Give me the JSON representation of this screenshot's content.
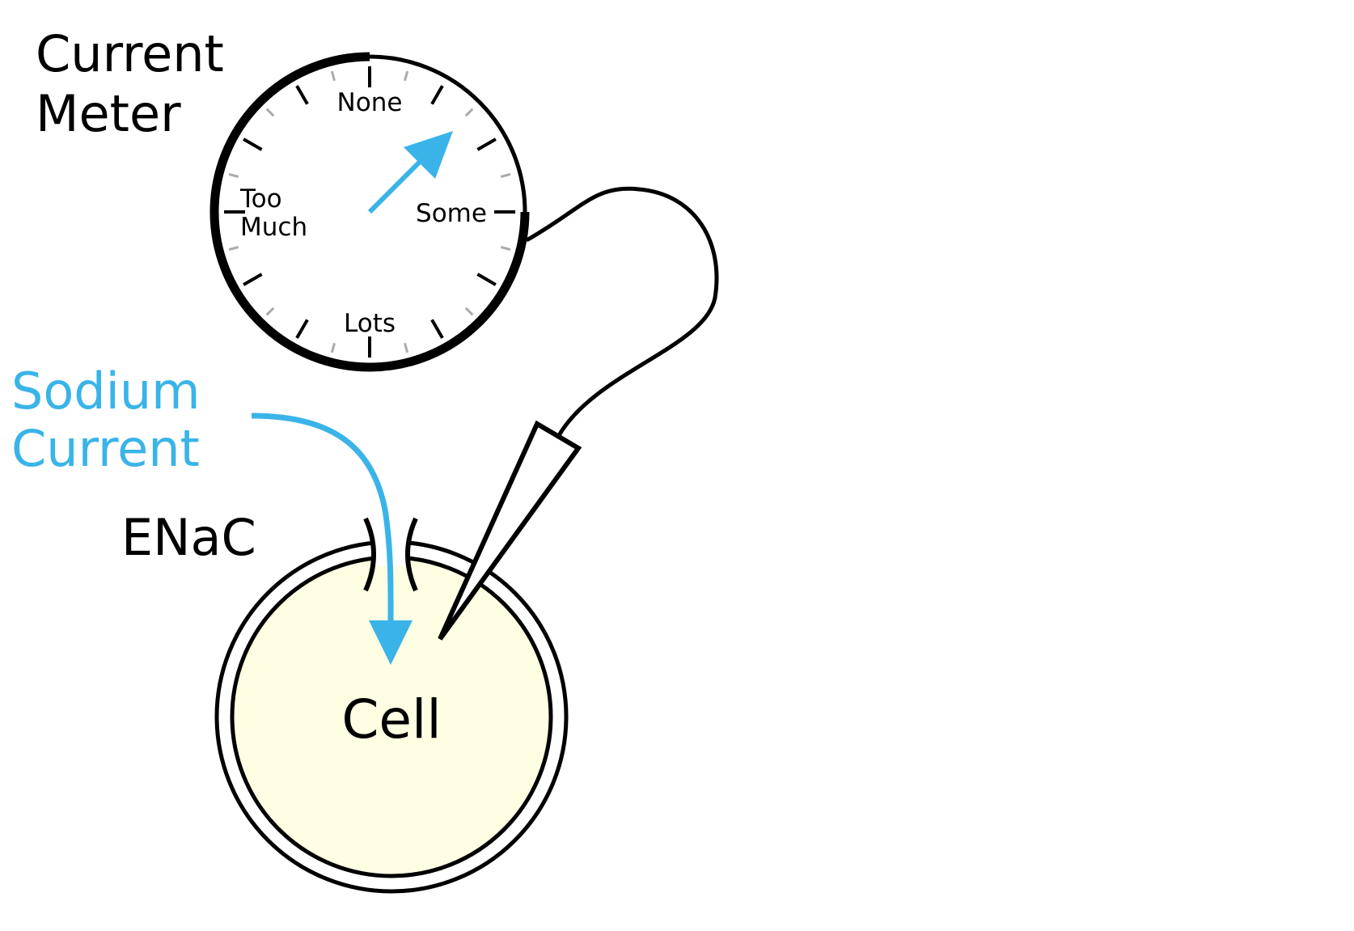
{
  "meter": {
    "title_line1": "Current",
    "title_line2": "Meter",
    "scale_labels": {
      "none": "None",
      "some": "Some",
      "too_much_line1": "Too",
      "too_much_line2": "Much",
      "lots": "Lots"
    }
  },
  "current": {
    "label_line1": "Sodium",
    "label_line2": "Current"
  },
  "channel": {
    "label": "ENaC"
  },
  "cell": {
    "label": "Cell"
  },
  "colors": {
    "accent": "#3ab4e8",
    "ink": "#000000",
    "cell_fill": "#fefee3",
    "minor_tick": "#aaaaaa"
  }
}
